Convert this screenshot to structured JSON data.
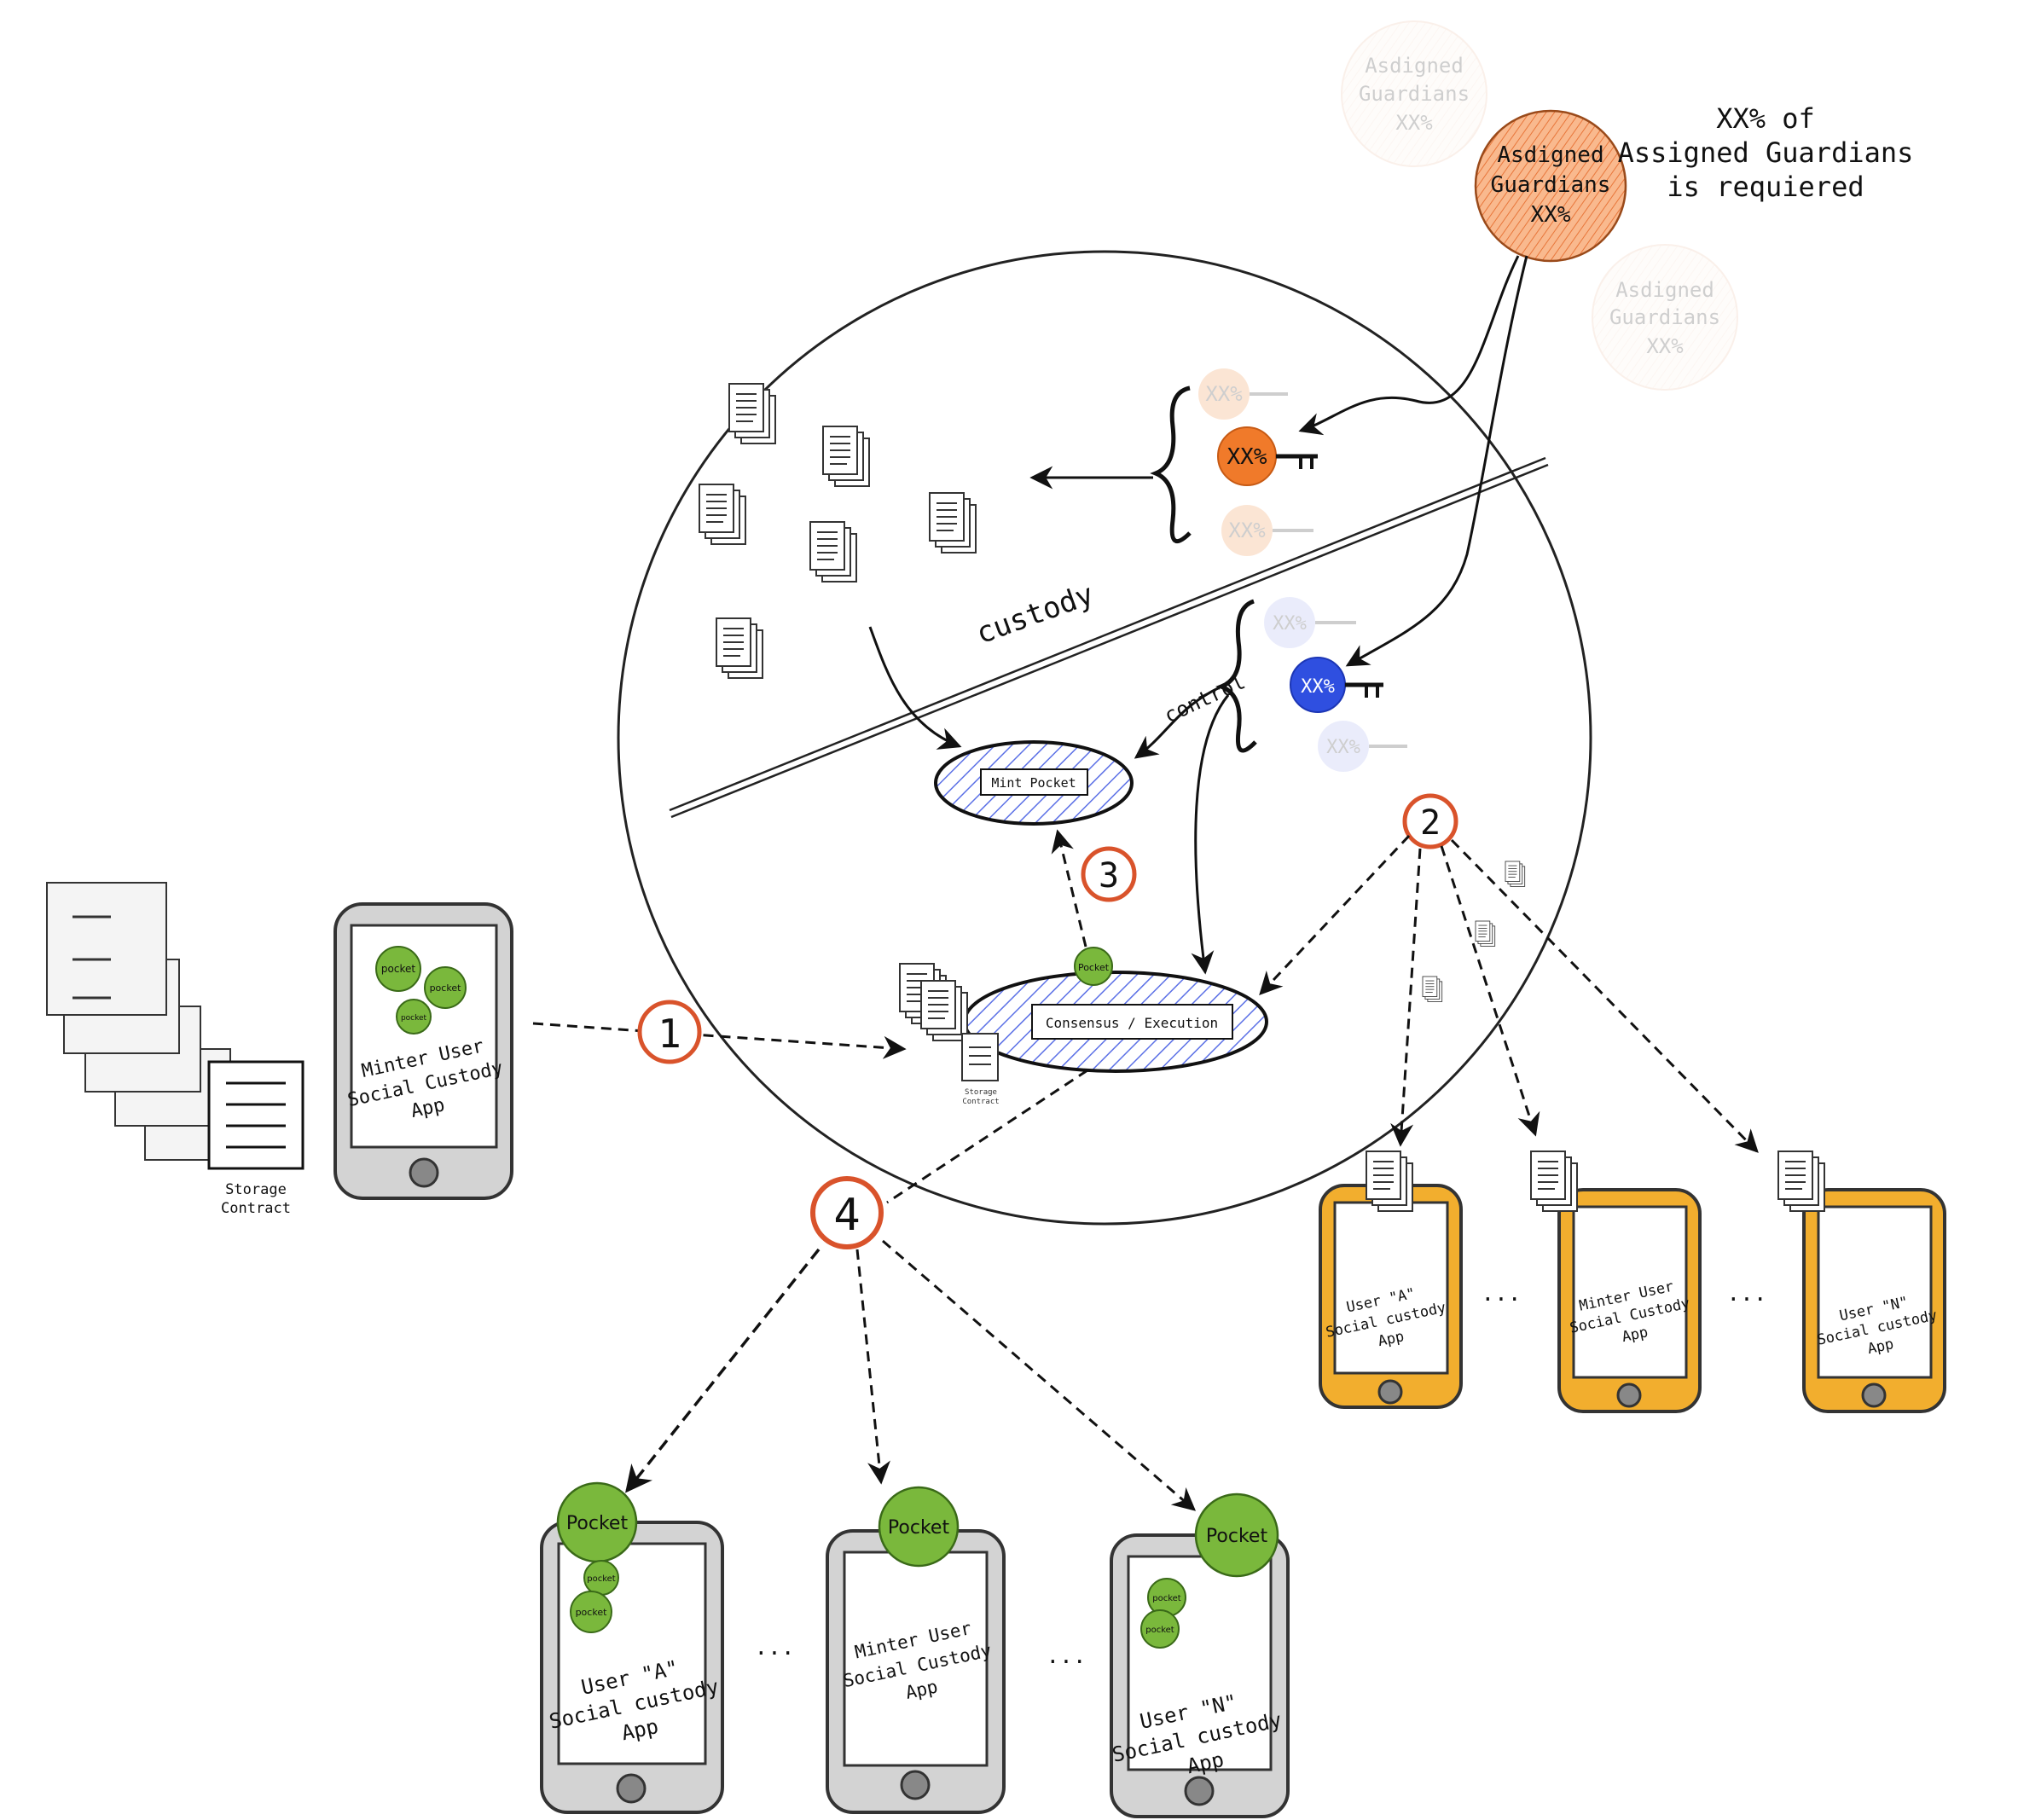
{
  "guardians": {
    "main_l1": "Asdigned",
    "main_l2": "Guardians",
    "main_l3": "XX%",
    "ghost_l1": "Asdigned",
    "ghost_l2": "Guardians",
    "ghost_l3": "XX%",
    "note_l1": "XX% of",
    "note_l2": "Assigned Guardians",
    "note_l3": "is requiered"
  },
  "keys": {
    "label": "XX%"
  },
  "circle": {
    "custody_label": "custody",
    "control_label": "control",
    "mint_pocket": "Mint Pocket",
    "consensus": "Consensus / Execution",
    "storage_small_l1": "Storage",
    "storage_small_l2": "Contract",
    "pocket_small": "Pocket"
  },
  "minter": {
    "app_l1": "Minter User",
    "app_l2": "Social Custody",
    "app_l3": "App",
    "pocket": "pocket",
    "storage_l1": "Storage",
    "storage_l2": "Contract"
  },
  "steps": {
    "s1": "1",
    "s2": "2",
    "s3": "3",
    "s4": "4"
  },
  "orange_phones": [
    {
      "l1": "User \"A\"",
      "l2": "Social custody",
      "l3": "App"
    },
    {
      "l1": "Minter User",
      "l2": "Social Custody",
      "l3": "App"
    },
    {
      "l1": "User \"N\"",
      "l2": "Social custody",
      "l3": "App"
    }
  ],
  "gray_phones": [
    {
      "l1": "User \"A\"",
      "l2": "Social custody",
      "l3": "App"
    },
    {
      "l1": "Minter User",
      "l2": "Social Custody",
      "l3": "App"
    },
    {
      "l1": "User \"N\"",
      "l2": "Social custody",
      "l3": "App"
    }
  ],
  "pocket_big": "Pocket",
  "pocket_small": "pocket",
  "ellipsis": "..."
}
